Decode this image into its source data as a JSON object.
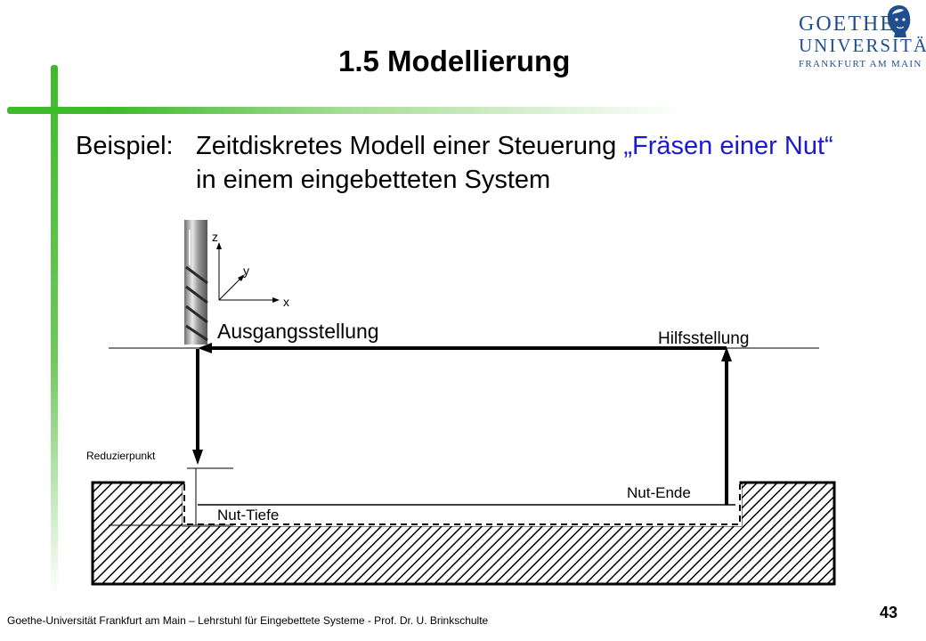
{
  "slide": {
    "title": "1.5 Modellierung",
    "example_label": "Beispiel:",
    "description_prefix": "Zeitdiskretes Modell einer Steuerung ",
    "description_highlight": "„Fräsen einer Nut“",
    "description_line2": "in einem eingebetteten System",
    "footer": "Goethe-Universität Frankfurt am Main – Lehrstuhl für Eingebettete Systeme - Prof. Dr. U. Brinkschulte",
    "page_number": "43"
  },
  "logo": {
    "line1": "GOETHE",
    "line2": "UNIVERSITÄT",
    "line3": "FRANKFURT AM MAIN"
  },
  "diagram": {
    "axes": {
      "z": "z",
      "y": "y",
      "x": "x"
    },
    "labels": {
      "start": "Ausgangsstellung",
      "auxiliary": "Hilfsstellung",
      "reduction_point": "Reduzierpunkt",
      "slot_end": "Nut-Ende",
      "slot_depth": "Nut-Tiefe"
    }
  },
  "colors": {
    "accent_green": "#3dbb2a",
    "logo_blue": "#1f4e8f",
    "highlight_blue": "#1a1ad6"
  }
}
